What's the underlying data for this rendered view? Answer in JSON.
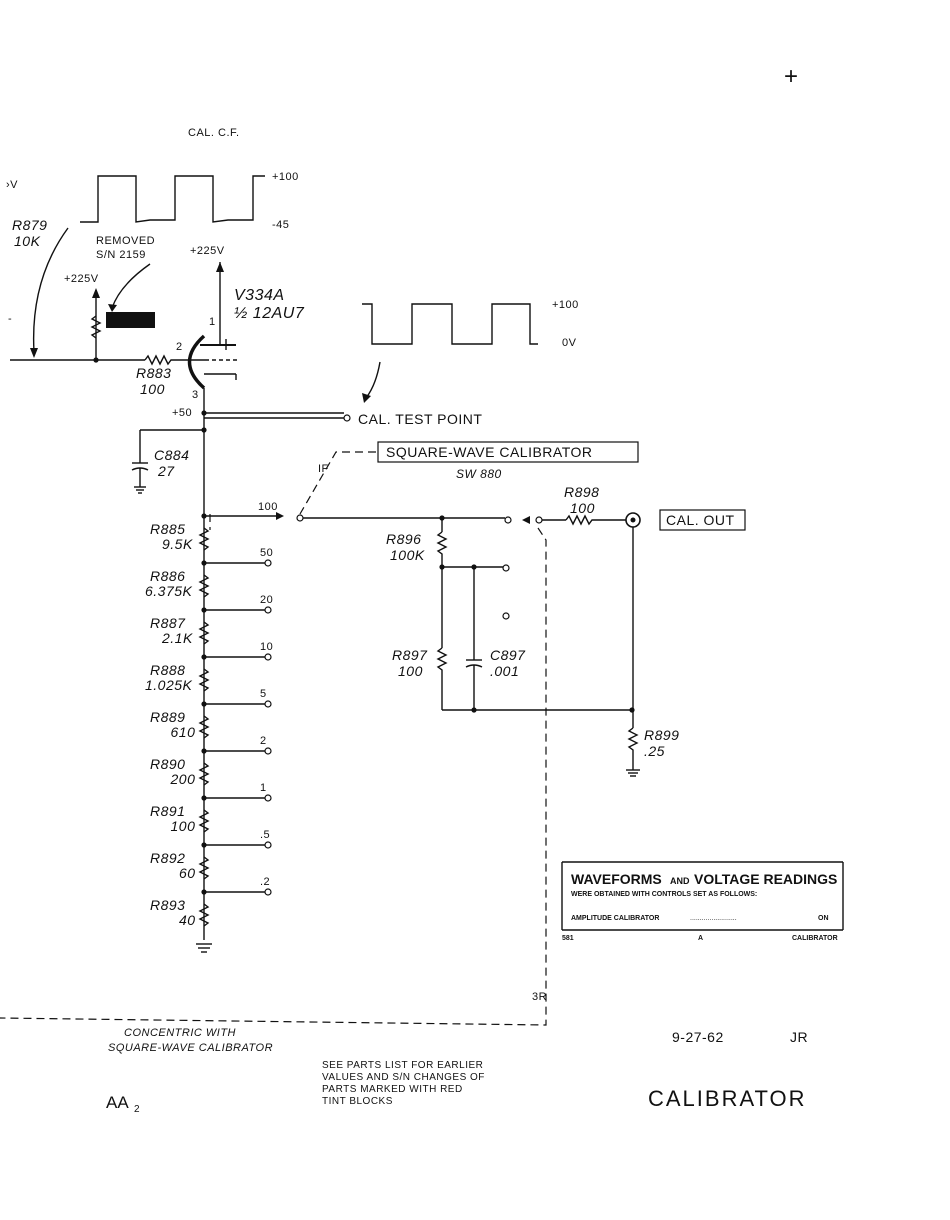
{
  "labels": {
    "cal_cf": "CAL. C.F.",
    "v_partial": "›V",
    "r879_name": "R879",
    "r879_val": "10K",
    "removed_1": "REMOVED",
    "removed_2": "S/N 2159",
    "plus225_left": "+225V",
    "plus225_tube": "+225V",
    "wave1_high": "+100",
    "wave1_low": "-45",
    "tube_name": "V334A",
    "tube_type": "½ 12AU7",
    "pin1": "1",
    "pin2": "2",
    "pin3": "3",
    "wave2_high": "+100",
    "wave2_low": "0V",
    "r883_name": "R883",
    "r883_val": "100",
    "plus50": "+50",
    "cal_test_point": "CAL. TEST POINT",
    "c884_name": "C884",
    "c884_val": "27",
    "sq_wave_cal": "SQUARE-WAVE CALIBRATOR",
    "sw880": "SW 880",
    "if_label": "IF",
    "r898_name": "R898",
    "r898_val": "100",
    "cal_out": "CAL. OUT",
    "r896_name": "R896",
    "r896_val": "100K",
    "r897_name": "R897",
    "r897_val": "100",
    "c897_name": "C897",
    "c897_val": ".001",
    "r899_name": "R899",
    "r899_val": ".25",
    "label_3r": "3R",
    "concentric_1": "CONCENTRIC WITH",
    "concentric_2": "SQUARE-WAVE CALIBRATOR",
    "date": "9-27-62",
    "initials": "JR",
    "parts_1": "SEE PARTS LIST FOR EARLIER",
    "parts_2": "VALUES AND S/N CHANGES OF",
    "parts_3": "PARTS MARKED WITH RED",
    "parts_4": "TINT BLOCKS",
    "aa": "AA",
    "aa_sub": "2",
    "title": "CALIBRATOR",
    "plus_mark": "+"
  },
  "ladder": [
    {
      "name": "R885",
      "value": "9.5K",
      "tap": "50"
    },
    {
      "name": "R886",
      "value": "6.375K",
      "tap": "20"
    },
    {
      "name": "R887",
      "value": "2.1K",
      "tap": "10"
    },
    {
      "name": "R888",
      "value": "1.025K",
      "tap": "5"
    },
    {
      "name": "R889",
      "value": "610",
      "tap": "2"
    },
    {
      "name": "R890",
      "value": "200",
      "tap": "1"
    },
    {
      "name": "R891",
      "value": "100",
      "tap": ".5"
    },
    {
      "name": "R892",
      "value": "60",
      "tap": ".2"
    },
    {
      "name": "R893",
      "value": "40",
      "tap": ""
    }
  ],
  "top_tap": "100",
  "info_box": {
    "title_1": "WAVEFORMS",
    "title_2": "AND",
    "title_3": "VOLTAGE READINGS",
    "subtitle": "WERE OBTAINED WITH CONTROLS SET AS FOLLOWS:",
    "row_label": "AMPLITUDE CALIBRATOR",
    "row_dots": "........................",
    "row_value": "ON",
    "footer_left": "581",
    "footer_mid": "A",
    "footer_right": "CALIBRATOR"
  }
}
